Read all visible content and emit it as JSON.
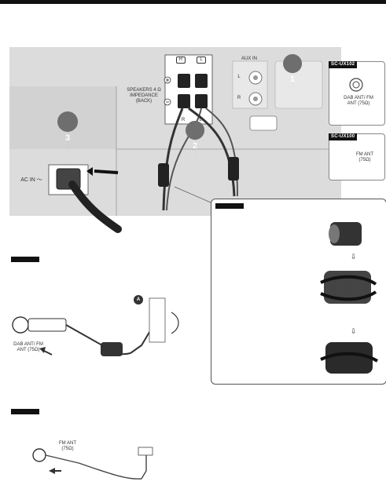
{
  "speaker_label": "SPEAKERS 4 Ω IMPEDANCE (BACK)",
  "speaker_top_labels": [
    "R",
    "L"
  ],
  "speaker_bottom_labels": [
    "R",
    "L"
  ],
  "aux_label": "AUX IN",
  "aux_jack_labels": [
    "L",
    "R"
  ],
  "step_numbers": [
    "1",
    "2",
    "3"
  ],
  "ac_label": "AC IN ～",
  "models": {
    "first": {
      "name": "SC-UX102",
      "antenna_label": "DAB ANT/ FM ANT (75Ω)"
    },
    "second": {
      "name": "SC-UX100",
      "antenna_label": "FM ANT (75Ω)"
    }
  },
  "callout_marker": "A",
  "plug_label_dab": "DAB ANT/ FM ANT (75Ω)",
  "plug_label_fm": "FM ANT (75Ω)",
  "colors": {
    "panel": "#dcdcdc",
    "badge": "#111111",
    "step_circle": "#6e6e6e"
  }
}
